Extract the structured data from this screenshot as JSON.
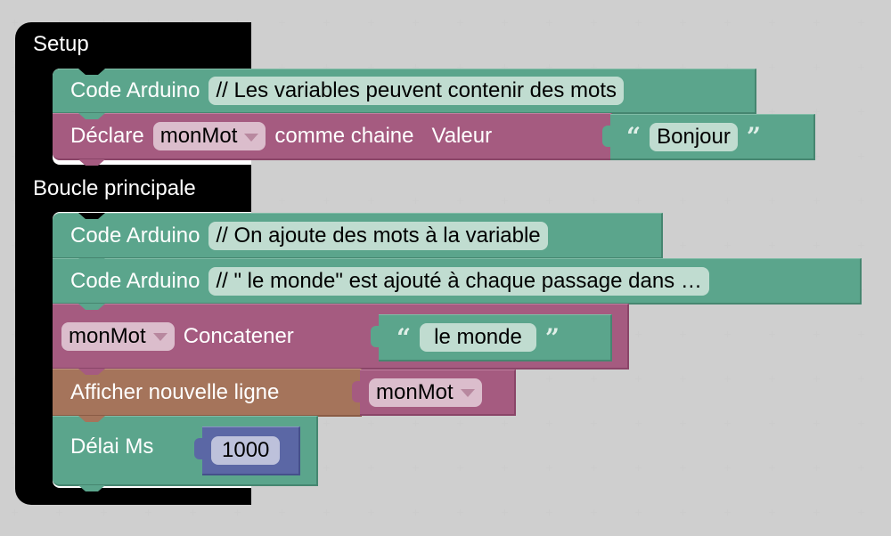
{
  "colors": {
    "container": "#000000",
    "code_block": "#5ba58c",
    "variable_block": "#a55b80",
    "serial_block": "#a5745b",
    "number_block": "#5b67a5",
    "workspace_bg": "#ffffff"
  },
  "setup": {
    "label": "Setup",
    "blocks": [
      {
        "type": "code_arduino",
        "label": "Code Arduino",
        "comment": "// Les variables peuvent contenir des mots"
      },
      {
        "type": "declare",
        "label": "Déclare",
        "variable": "monMot",
        "type_label": "comme chaine",
        "value_label": "Valeur",
        "value": {
          "open_quote": "“",
          "text": "Bonjour",
          "close_quote": "”"
        }
      }
    ]
  },
  "loop": {
    "label": "Boucle principale",
    "blocks": [
      {
        "type": "code_arduino",
        "label": "Code Arduino",
        "comment": "// On ajoute des mots à la variable"
      },
      {
        "type": "code_arduino",
        "label": "Code Arduino",
        "comment": "// \" le monde\" est ajouté à chaque passage dans …"
      },
      {
        "type": "concatenate",
        "variable": "monMot",
        "label": "Concatener",
        "value": {
          "open_quote": "“",
          "text": "le monde",
          "close_quote": "”"
        }
      },
      {
        "type": "serial_println",
        "label": "Afficher nouvelle ligne",
        "variable": "monMot"
      },
      {
        "type": "delay",
        "label": "Délai Ms",
        "value": "1000"
      }
    ]
  }
}
